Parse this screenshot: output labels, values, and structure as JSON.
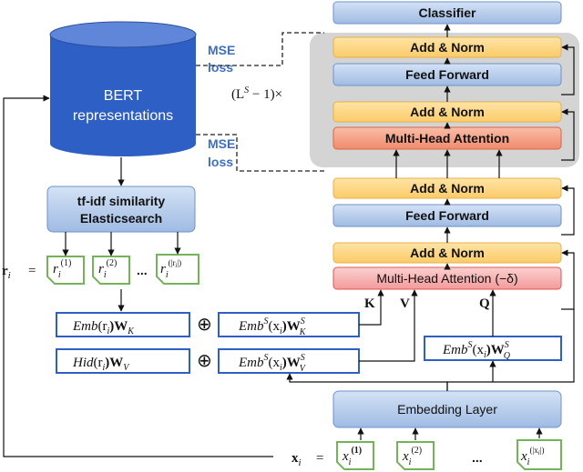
{
  "colors": {
    "blue_box": "#bcd0ec",
    "blue_box_stroke": "#5a82c0",
    "orange_box": "#fdd98a",
    "orange_box_stroke": "#e8b34a",
    "red_box": "#f6a58c",
    "red_box_stroke": "#d9664a",
    "pink_box": "#f7b8b8",
    "pink_box_stroke": "#e05555",
    "green_stroke": "#74b35a",
    "gray_panel": "#d3d3d3",
    "cylinder": "#2e5fc4",
    "mse_text": "#3f6fc0"
  },
  "database": {
    "line1": "BERT",
    "line2": "representations"
  },
  "mse_top": {
    "line1": "MSE",
    "line2": "loss"
  },
  "mse_bottom": {
    "line1": "MSE",
    "line2": "loss"
  },
  "repeat_label": "(L",
  "repeat_sup": "S",
  "repeat_rest": " − 1)×",
  "retrieval": {
    "line1": "tf-idf similarity",
    "line2": "Elasticsearch"
  },
  "r_vector": {
    "lhs": "r",
    "lhs_sub": "i",
    "equals": "=",
    "ellipsis": "...",
    "items": [
      {
        "base": "r",
        "sub": "i",
        "sup": "(1)"
      },
      {
        "base": "r",
        "sub": "i",
        "sup": "(2)"
      },
      {
        "base": "r",
        "sub": "i",
        "sup": "(|r",
        "sup_sub": "i",
        "sup_end": "|)"
      }
    ]
  },
  "emb_left": {
    "prefix": "Emb",
    "arg": "(r",
    "arg_sub": "i",
    "arg_end": ")W",
    "w_sub": "K"
  },
  "hid_left": {
    "prefix": "Hid",
    "arg": "(r",
    "arg_sub": "i",
    "arg_end": ")W",
    "w_sub": "V"
  },
  "oplus": "⊕",
  "emb_k": {
    "prefix": "Emb",
    "sup": "S",
    "arg": "(x",
    "arg_sub": "i",
    "arg_end": ")W",
    "w_sup": "S",
    "w_sub": "K"
  },
  "emb_v": {
    "prefix": "Emb",
    "sup": "S",
    "arg": "(x",
    "arg_sub": "i",
    "arg_end": ")W",
    "w_sup": "S",
    "w_sub": "V"
  },
  "emb_q": {
    "prefix": "Emb",
    "sup": "S",
    "arg": "(x",
    "arg_sub": "i",
    "arg_end": ")W",
    "w_sup": "S",
    "w_sub": "Q"
  },
  "kvq": {
    "k": "K",
    "v": "V",
    "q": "Q"
  },
  "stack": {
    "classifier": "Classifier",
    "add_norm": "Add & Norm",
    "feed_forward": "Feed Forward",
    "mha": "Multi-Head Attention",
    "mha_delta": "Multi-Head Attention (−δ)",
    "embedding_layer": "Embedding Layer"
  },
  "x_vector": {
    "lhs": "x",
    "lhs_sub": "i",
    "equals": "=",
    "ellipsis": "...",
    "items": [
      {
        "base": "x",
        "sub": "i",
        "sup": "(1)"
      },
      {
        "base": "x",
        "sub": "i",
        "sup": "(2)"
      },
      {
        "base": "x",
        "sub": "i",
        "sup": "(|x",
        "sup_sub": "i",
        "sup_end": "|)"
      }
    ]
  }
}
